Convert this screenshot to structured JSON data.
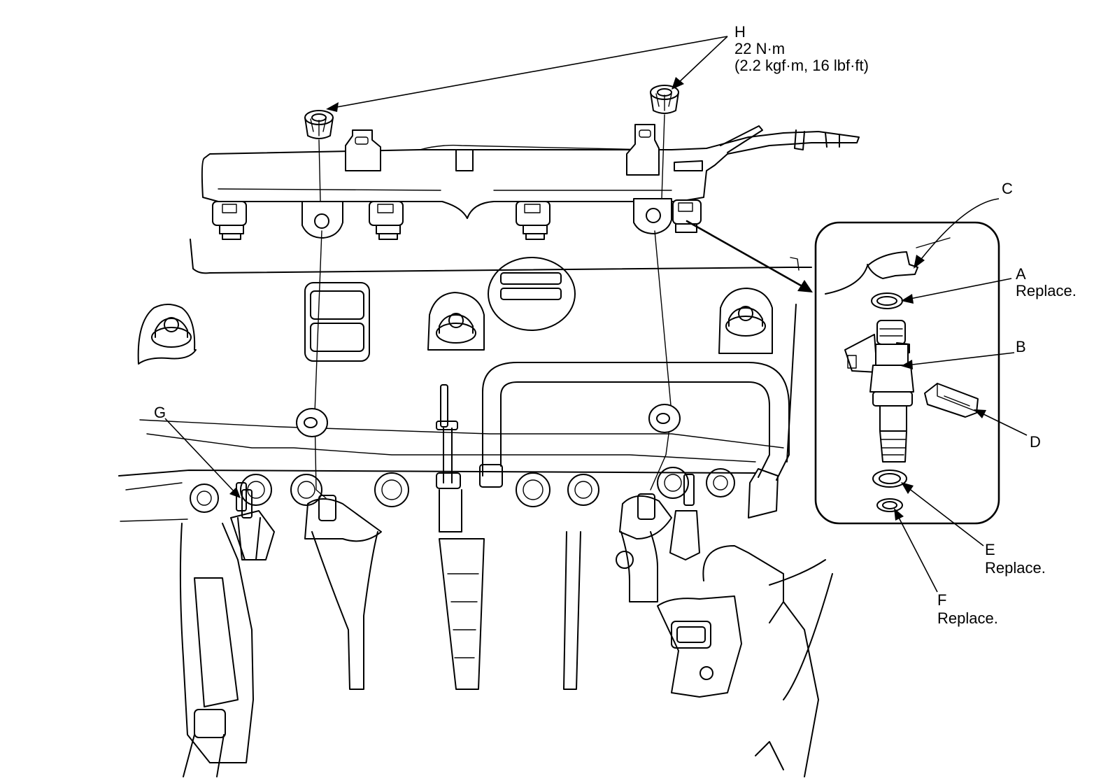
{
  "callouts": {
    "h": {
      "letter": "H",
      "line1": "22 N·m",
      "line2": "(2.2 kgf·m, 16 lbf·ft)"
    },
    "c": {
      "letter": "C"
    },
    "a": {
      "letter": "A",
      "note": "Replace."
    },
    "b": {
      "letter": "B"
    },
    "d": {
      "letter": "D"
    },
    "e": {
      "letter": "E",
      "note": "Replace."
    },
    "f": {
      "letter": "F",
      "note": "Replace."
    },
    "g": {
      "letter": "G"
    }
  }
}
